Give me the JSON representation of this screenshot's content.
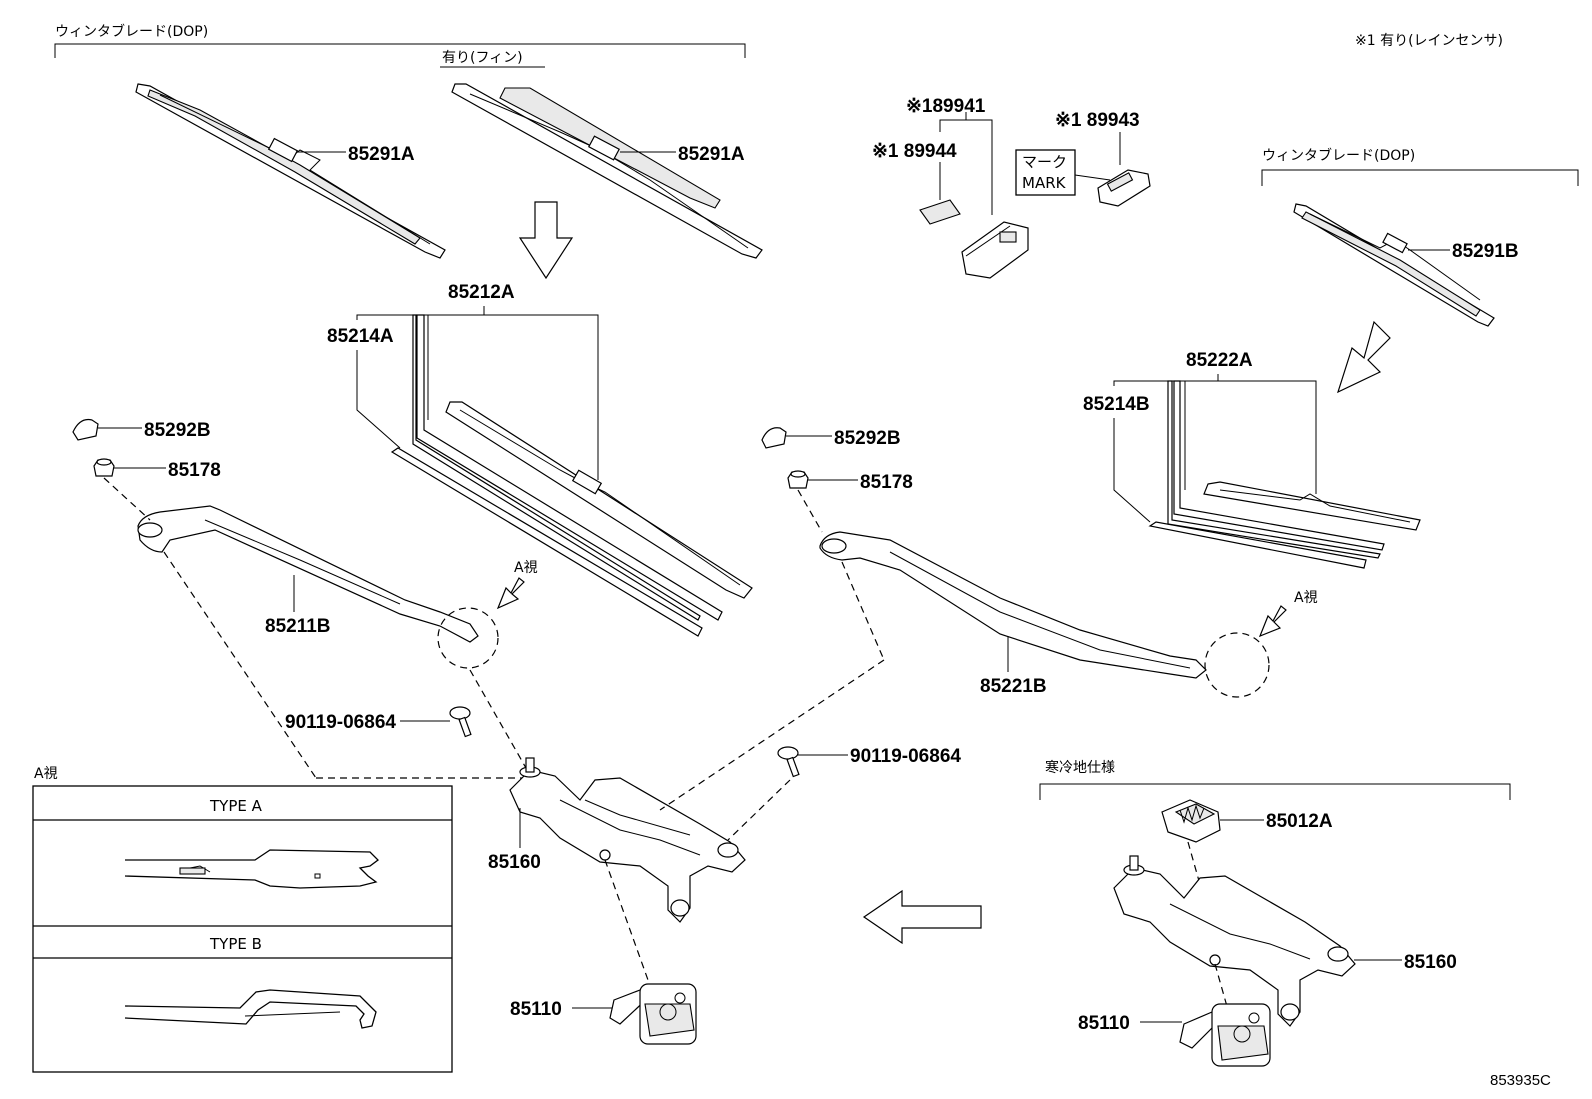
{
  "notes": {
    "rain_sensor_note": "※1 有り(レインセンサ)",
    "winter_blade_left": "ウィンタブレード(DOP)",
    "fin_option": "有り(フィン)",
    "winter_blade_right": "ウィンタブレード(DOP)",
    "cold_climate_spec": "寒冷地仕様",
    "view_a_left": "A視",
    "view_a_right": "A視",
    "mark_label": "マーク",
    "mark_label_en": "MARK",
    "view_a_box_title": "A視",
    "type_a": "TYPE A",
    "type_b": "TYPE B",
    "diagram_code": "853935C"
  },
  "parts": {
    "p85291A_1": "85291A",
    "p85291A_2": "85291A",
    "p85212A": "85212A",
    "p85214A": "85214A",
    "p85292B_l": "85292B",
    "p85178_l": "85178",
    "p85211B": "85211B",
    "p90119_l": "90119-06864",
    "p85160_l": "85160",
    "p85110_l": "85110",
    "p89941": "※189941",
    "p89944": "※1 89944",
    "p89943": "※1 89943",
    "p85291B": "85291B",
    "p85222A": "85222A",
    "p85214B": "85214B",
    "p85292B_r": "85292B",
    "p85178_r": "85178",
    "p85221B": "85221B",
    "p90119_r": "90119-06864",
    "p85012A": "85012A",
    "p85160_r": "85160",
    "p85110_r": "85110"
  },
  "icons": [
    "wiper-blade-icon",
    "wiper-arm-icon",
    "linkage-icon",
    "motor-icon",
    "rain-sensor-icon",
    "arrow-icon"
  ]
}
